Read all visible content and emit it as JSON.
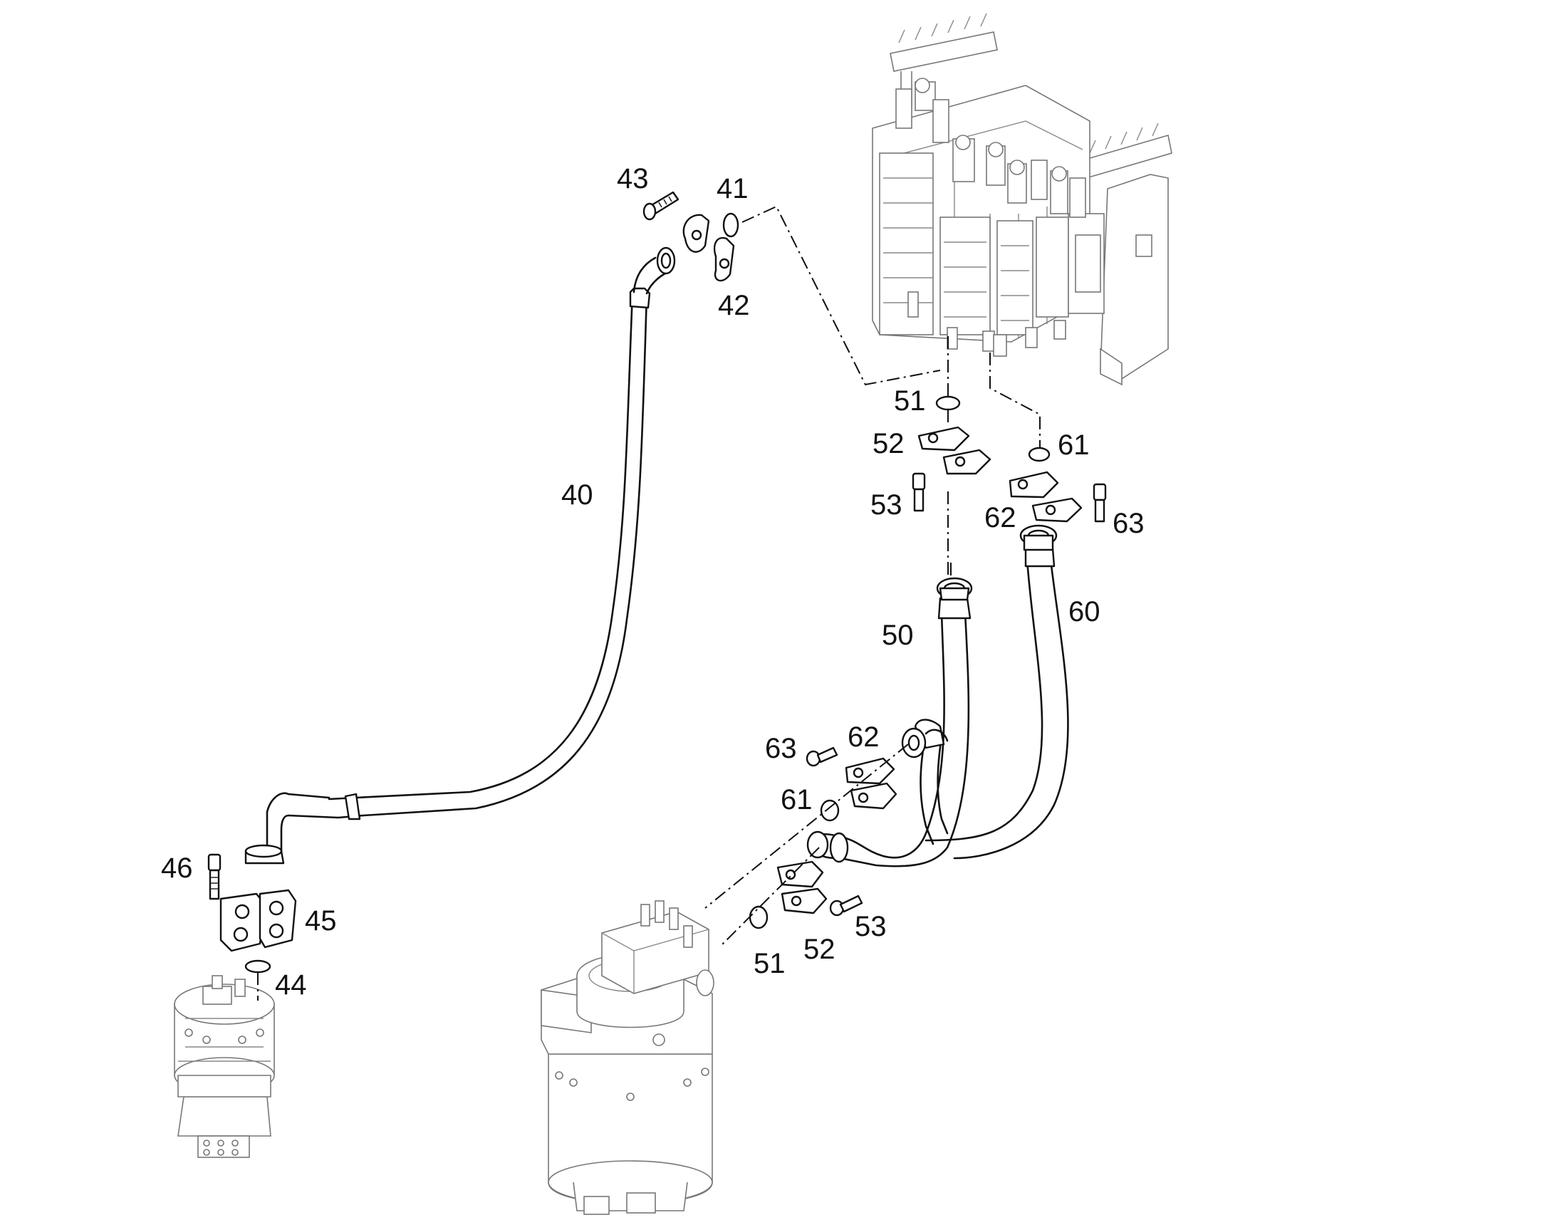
{
  "callouts": [
    {
      "id": "c43",
      "text": "43"
    },
    {
      "id": "c41",
      "text": "41"
    },
    {
      "id": "c42",
      "text": "42"
    },
    {
      "id": "c40",
      "text": "40"
    },
    {
      "id": "c51a",
      "text": "51"
    },
    {
      "id": "c52a",
      "text": "52"
    },
    {
      "id": "c53a",
      "text": "53"
    },
    {
      "id": "c61a",
      "text": "61"
    },
    {
      "id": "c62a",
      "text": "62"
    },
    {
      "id": "c63a",
      "text": "63"
    },
    {
      "id": "c50",
      "text": "50"
    },
    {
      "id": "c60",
      "text": "60"
    },
    {
      "id": "c63b",
      "text": "63"
    },
    {
      "id": "c62b",
      "text": "62"
    },
    {
      "id": "c61b",
      "text": "61"
    },
    {
      "id": "c46",
      "text": "46"
    },
    {
      "id": "c45",
      "text": "45"
    },
    {
      "id": "c44",
      "text": "44"
    },
    {
      "id": "c51b",
      "text": "51"
    },
    {
      "id": "c52b",
      "text": "52"
    },
    {
      "id": "c53b",
      "text": "53"
    }
  ]
}
